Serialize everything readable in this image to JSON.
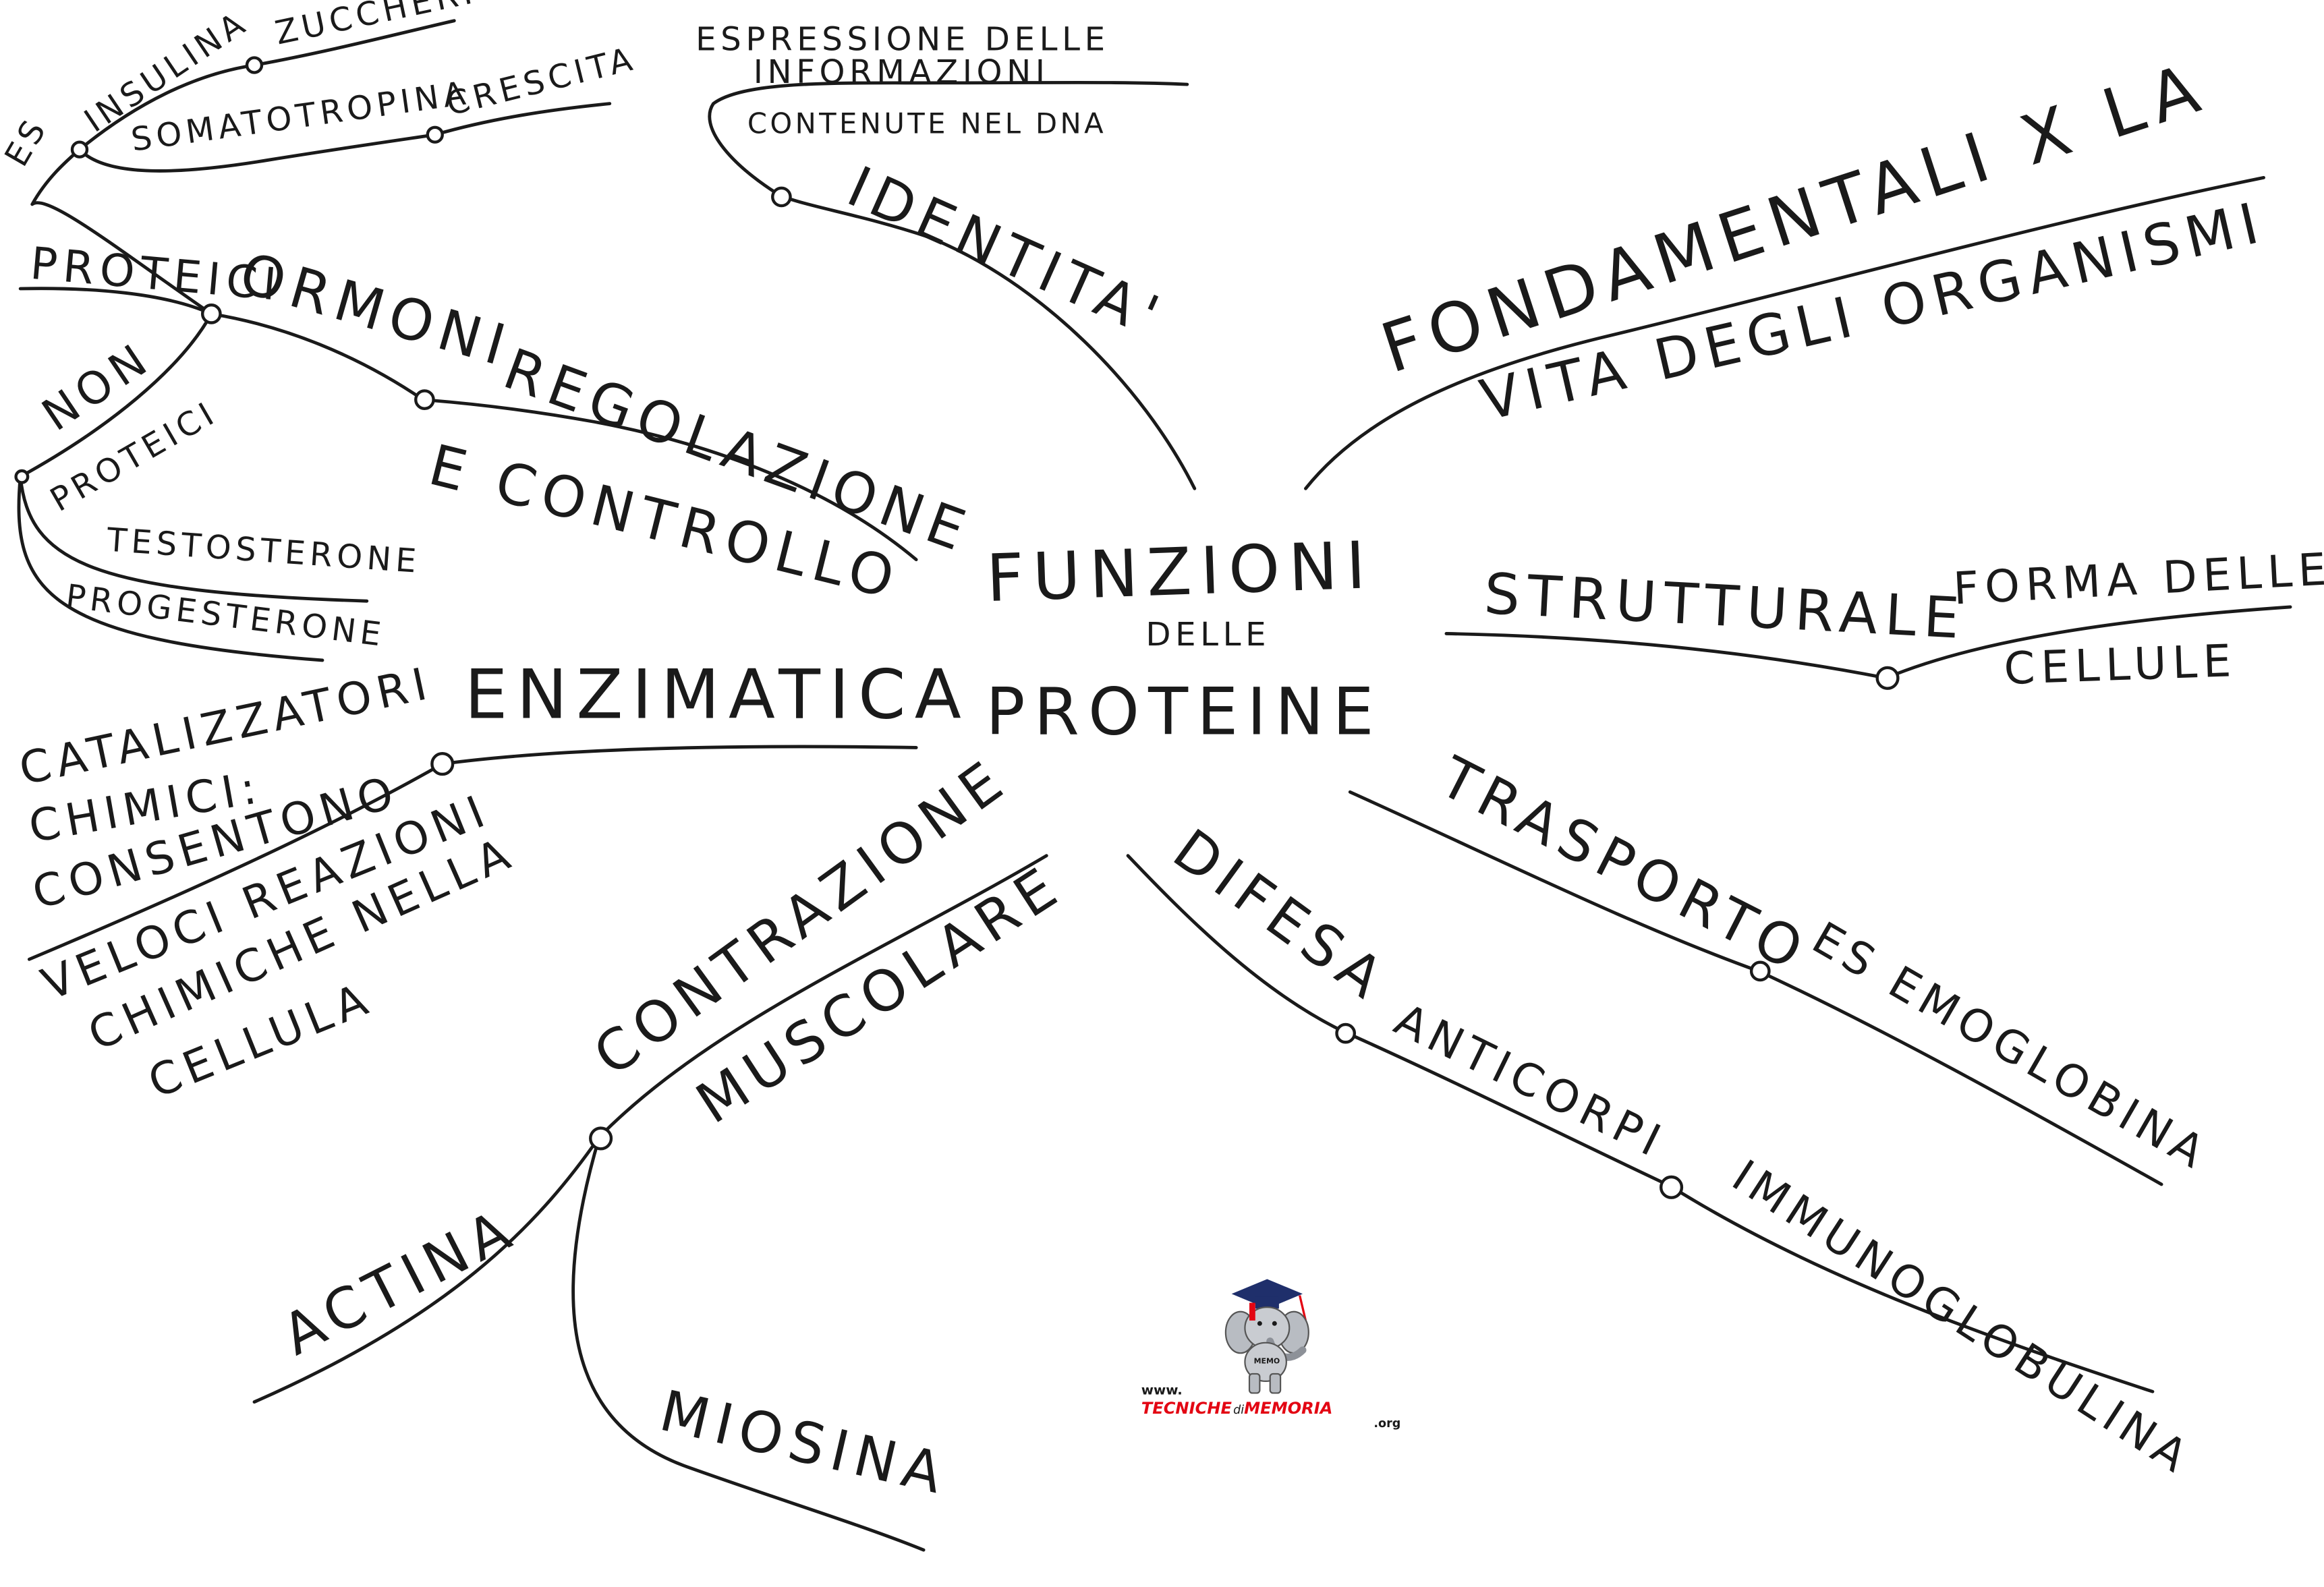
{
  "center": {
    "line1": "FUNZIONI",
    "line2": "DELLE",
    "line3": "PROTEINE"
  },
  "branches": {
    "identita": {
      "label": "IDENTITA'",
      "note_line1": "ESPRESSIONE DELLE",
      "note_line2": "INFORMAZIONI",
      "note_line3": "CONTENUTE NEL DNA"
    },
    "fondamentali": {
      "line1": "FONDAMENTALI X LA",
      "line2": "VITA DEGLI ORGANISMI"
    },
    "strutturale": {
      "label": "STRUTTURALE",
      "sub_line1": "FORMA DELLE",
      "sub_line2": "CELLULE"
    },
    "trasporto": {
      "label": "TRASPORTO",
      "sub": "ES EMOGLOBINA"
    },
    "difesa": {
      "label": "DIFESA",
      "sub1": "ANTICORPI",
      "sub2": "IMMUNOGLOBULINA"
    },
    "contrazione": {
      "label_line1": "CONTRAZIONE",
      "label_line2": "MUSCOLARE",
      "sub1": "ACTINA",
      "sub2": "MIOSINA"
    },
    "enzimatica": {
      "label": "ENZIMATICA",
      "note_line1": "CATALIZZATORI",
      "note_line2": "CHIMICI:",
      "note_line3": "CONSENTONO",
      "note_line4": "VELOCI REAZIONI",
      "note_line5": "CHIMICHE NELLA",
      "note_line6": "CELLULA"
    },
    "regolazione": {
      "label_line1": "REGOLAZIONE",
      "label_line2": "E CONTROLLO",
      "ormoni": "ORMONI",
      "proteici": "PROTEICI",
      "non_line1": "NON",
      "non_line2": "PROTEICI",
      "testosterone": "TESTOSTERONE",
      "progesterone": "PROGESTERONE",
      "es_prefix": "ES",
      "insulina": "INSULINA",
      "zuccheri": "ZUCCHERI",
      "somatotropina": "SOMATOTROPINA",
      "crescita": "CRESCITA"
    }
  },
  "logo": {
    "www": "www.",
    "word1": "TECNICHE",
    "di": "di",
    "word2": "MEMORIA",
    "org": ".org",
    "badge": "MEMO"
  },
  "colors": {
    "ink": "#1a1a1a",
    "paper": "#ffffff",
    "logo_red": "#e30613"
  }
}
